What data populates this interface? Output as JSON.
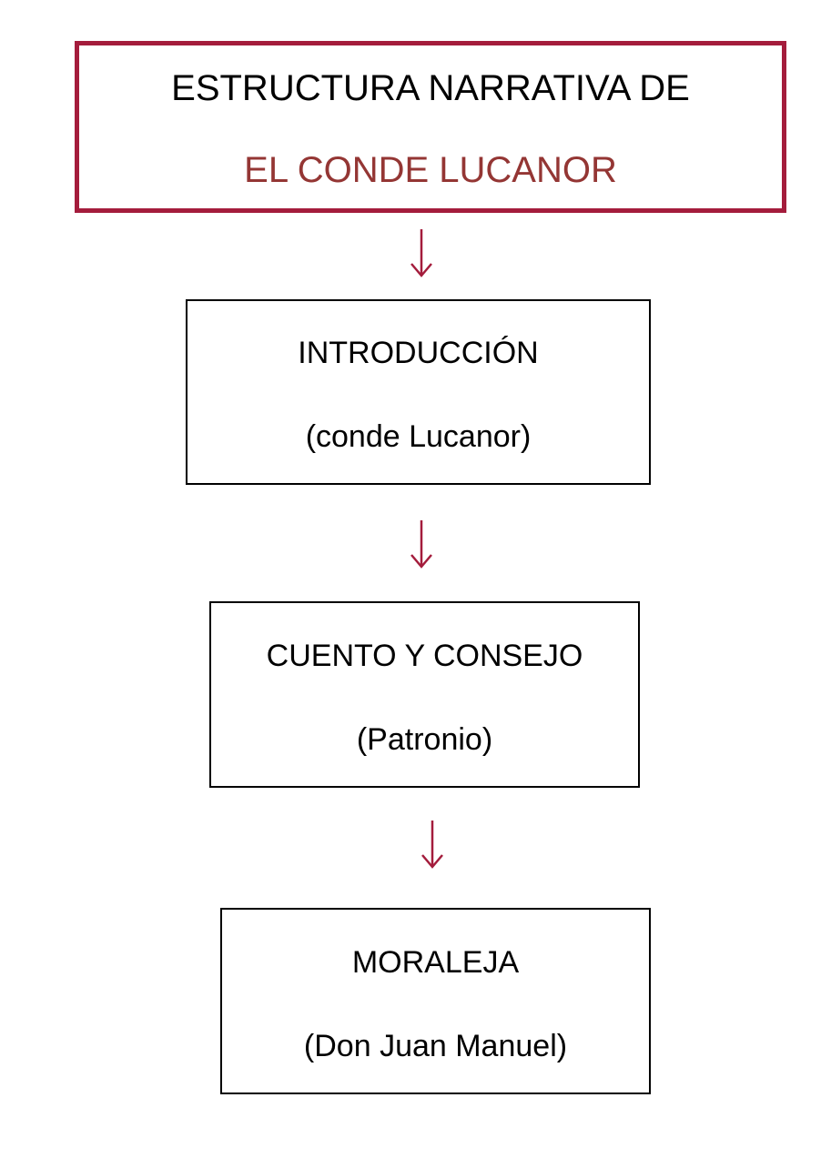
{
  "colors": {
    "accent": "#a41c3c",
    "subtitle": "#943634",
    "box_border": "#000000"
  },
  "title": {
    "line1": "ESTRUCTURA NARRATIVA DE",
    "line2": "EL CONDE LUCANOR"
  },
  "steps": [
    {
      "title": "INTRODUCCIÓN",
      "subtitle": "(conde Lucanor)"
    },
    {
      "title": "CUENTO Y CONSEJO",
      "subtitle": "(Patronio)"
    },
    {
      "title": "MORALEJA",
      "subtitle": "(Don Juan Manuel)"
    }
  ],
  "arrows": [
    "arrow-down-icon",
    "arrow-down-icon",
    "arrow-down-icon"
  ]
}
